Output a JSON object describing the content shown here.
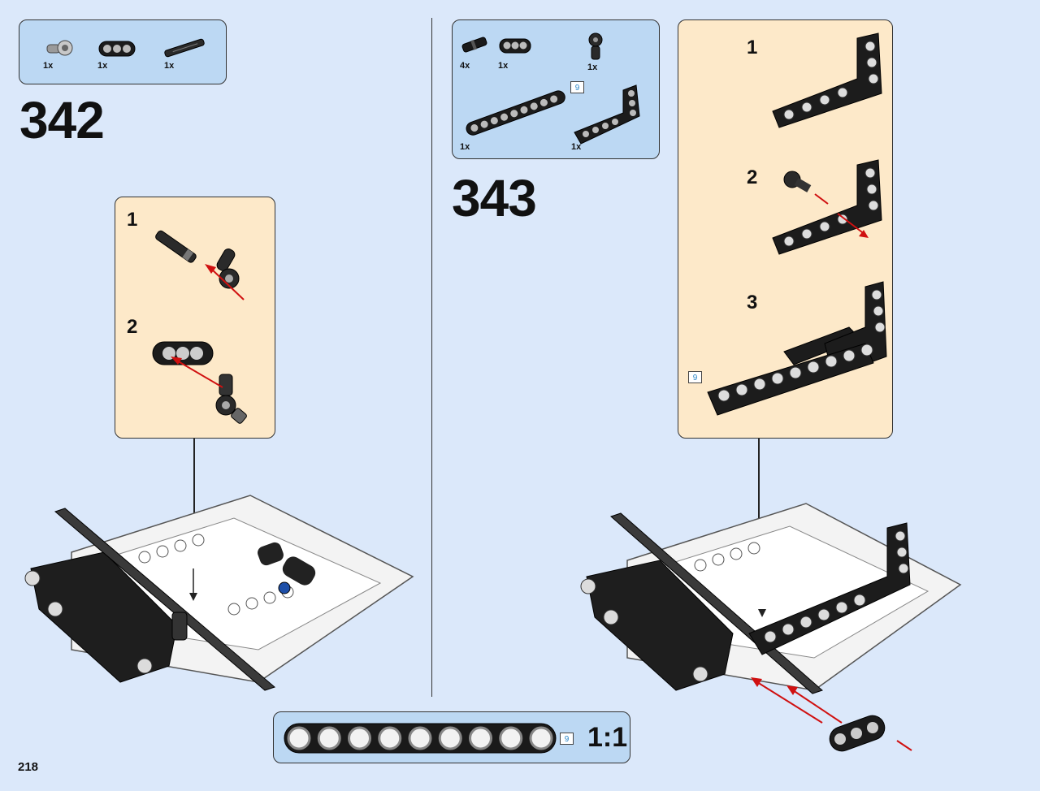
{
  "page_number": "218",
  "steps": [
    {
      "number": "342",
      "parts": [
        {
          "qty": "1x",
          "icon": "pin-connector-part"
        },
        {
          "qty": "1x",
          "icon": "3-hole-beam-part"
        },
        {
          "qty": "1x",
          "icon": "axle-part"
        }
      ],
      "substeps": [
        "1",
        "2"
      ]
    },
    {
      "number": "343",
      "parts": [
        {
          "qty": "4x",
          "icon": "friction-pin-part"
        },
        {
          "qty": "1x",
          "icon": "3-hole-beam-part"
        },
        {
          "qty": "1x",
          "icon": "connector-part"
        },
        {
          "qty": "1x",
          "icon": "9-hole-beam-part",
          "length": "9"
        },
        {
          "qty": "1x",
          "icon": "l-beam-part"
        }
      ],
      "substeps": [
        "1",
        "2",
        "3"
      ],
      "substep_length_callout": "9"
    }
  ],
  "scale_ruler": {
    "length": "9",
    "label": "1:1",
    "holes": 9
  }
}
